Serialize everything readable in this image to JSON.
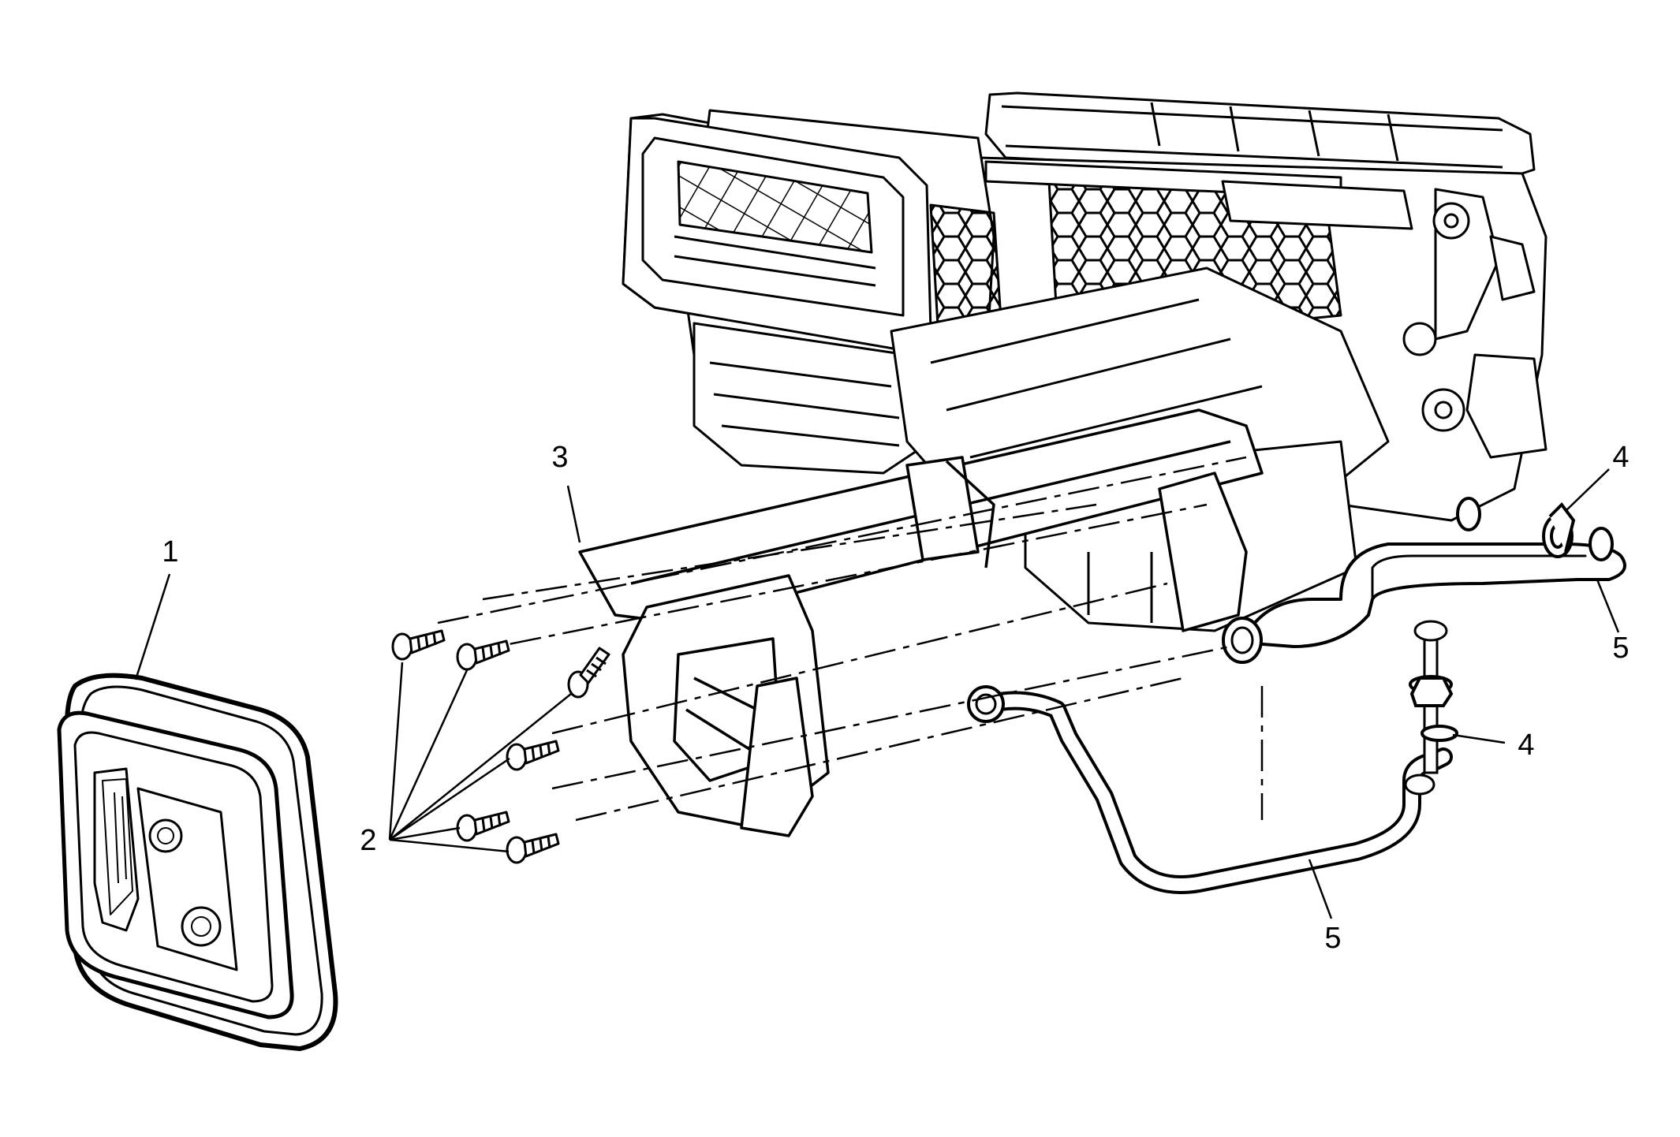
{
  "diagram": {
    "style": "exploded-view line drawing",
    "colors": {
      "ink": "#000000",
      "paper": "#ffffff",
      "fill": "#ffffff"
    },
    "callouts": [
      "1",
      "2",
      "3",
      "4",
      "4",
      "5",
      "5"
    ]
  }
}
